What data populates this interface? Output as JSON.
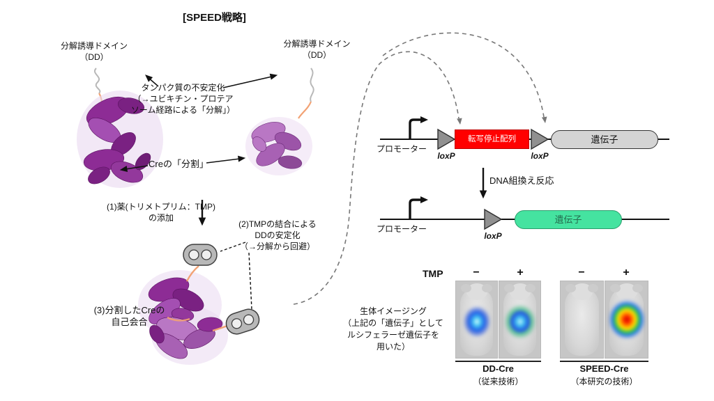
{
  "title": "[SPEED戦略]",
  "strategy": {
    "dd_left": [
      "分解誘導ドメイン",
      "（DD）"
    ],
    "dd_right": [
      "分解誘導ドメイン",
      "（DD）"
    ],
    "destabilization": [
      "タンパク質の不安定化",
      "（→ユビキチン・プロテア",
      "ソーム経路による「分解」）"
    ],
    "cre_split": "Creの「分割」",
    "step1": [
      "(1)薬(トリメトプリム：TMP)",
      "の添加"
    ],
    "step2": [
      "(2)TMPの結合による",
      "DDの安定化",
      "（→分解から回避）"
    ],
    "step3": [
      "(3)分割したCreの",
      "自己会合"
    ]
  },
  "construct_before": {
    "promoter": "プロモーター",
    "loxp_left": "loxP",
    "stop_cassette": "転写停止配列",
    "loxp_right": "loxP",
    "gene": "遺伝子"
  },
  "recombination_label": "DNA組換え反応",
  "construct_after": {
    "promoter": "プロモーター",
    "loxp": "loxP",
    "gene": "遺伝子"
  },
  "imaging": {
    "tmp_label": "TMP",
    "conditions": [
      "−",
      "+",
      "−",
      "+"
    ],
    "caption": [
      "生体イメージング",
      "（上記の「遺伝子」として",
      "ルシフェラーゼ遺伝子を",
      "用いた）"
    ],
    "groups": [
      {
        "name": "DD-Cre",
        "subtitle": "（従来技術）"
      },
      {
        "name": "SPEED-Cre",
        "subtitle": "（本研究の技術）"
      }
    ],
    "mice": [
      {
        "tmp": "−",
        "signal": "moderate-blue"
      },
      {
        "tmp": "+",
        "signal": "moderate-blue-green"
      },
      {
        "tmp": "−",
        "signal": "none"
      },
      {
        "tmp": "+",
        "signal": "strong-red-hot"
      }
    ]
  },
  "colors": {
    "stop_box": "#ff0000",
    "gene_inactive": "#d4d4d4",
    "gene_active": "#45e3a0",
    "loxp_triangle": "#909090",
    "protein_purple": "#8d2c95",
    "linker_orange": "#f2a274",
    "tmp_pill_gray": "#b8b8b8"
  }
}
